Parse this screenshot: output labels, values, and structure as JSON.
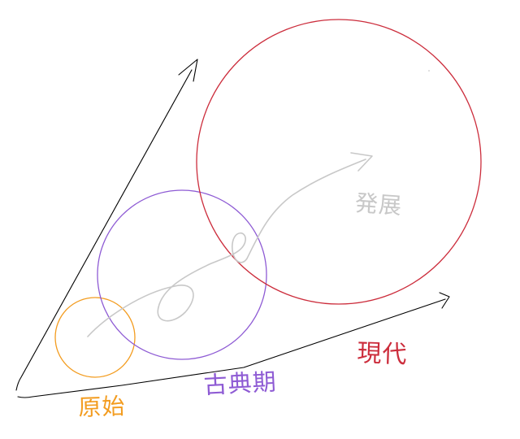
{
  "labels": {
    "origin": "原始",
    "classical": "古典期",
    "modern": "現代",
    "develop": "発展"
  },
  "colors": {
    "axis": "#000000",
    "origin": "#f39c1f",
    "classical": "#8e5bd4",
    "modern": "#cc2d3c",
    "develop": "#c8c8c8"
  }
}
